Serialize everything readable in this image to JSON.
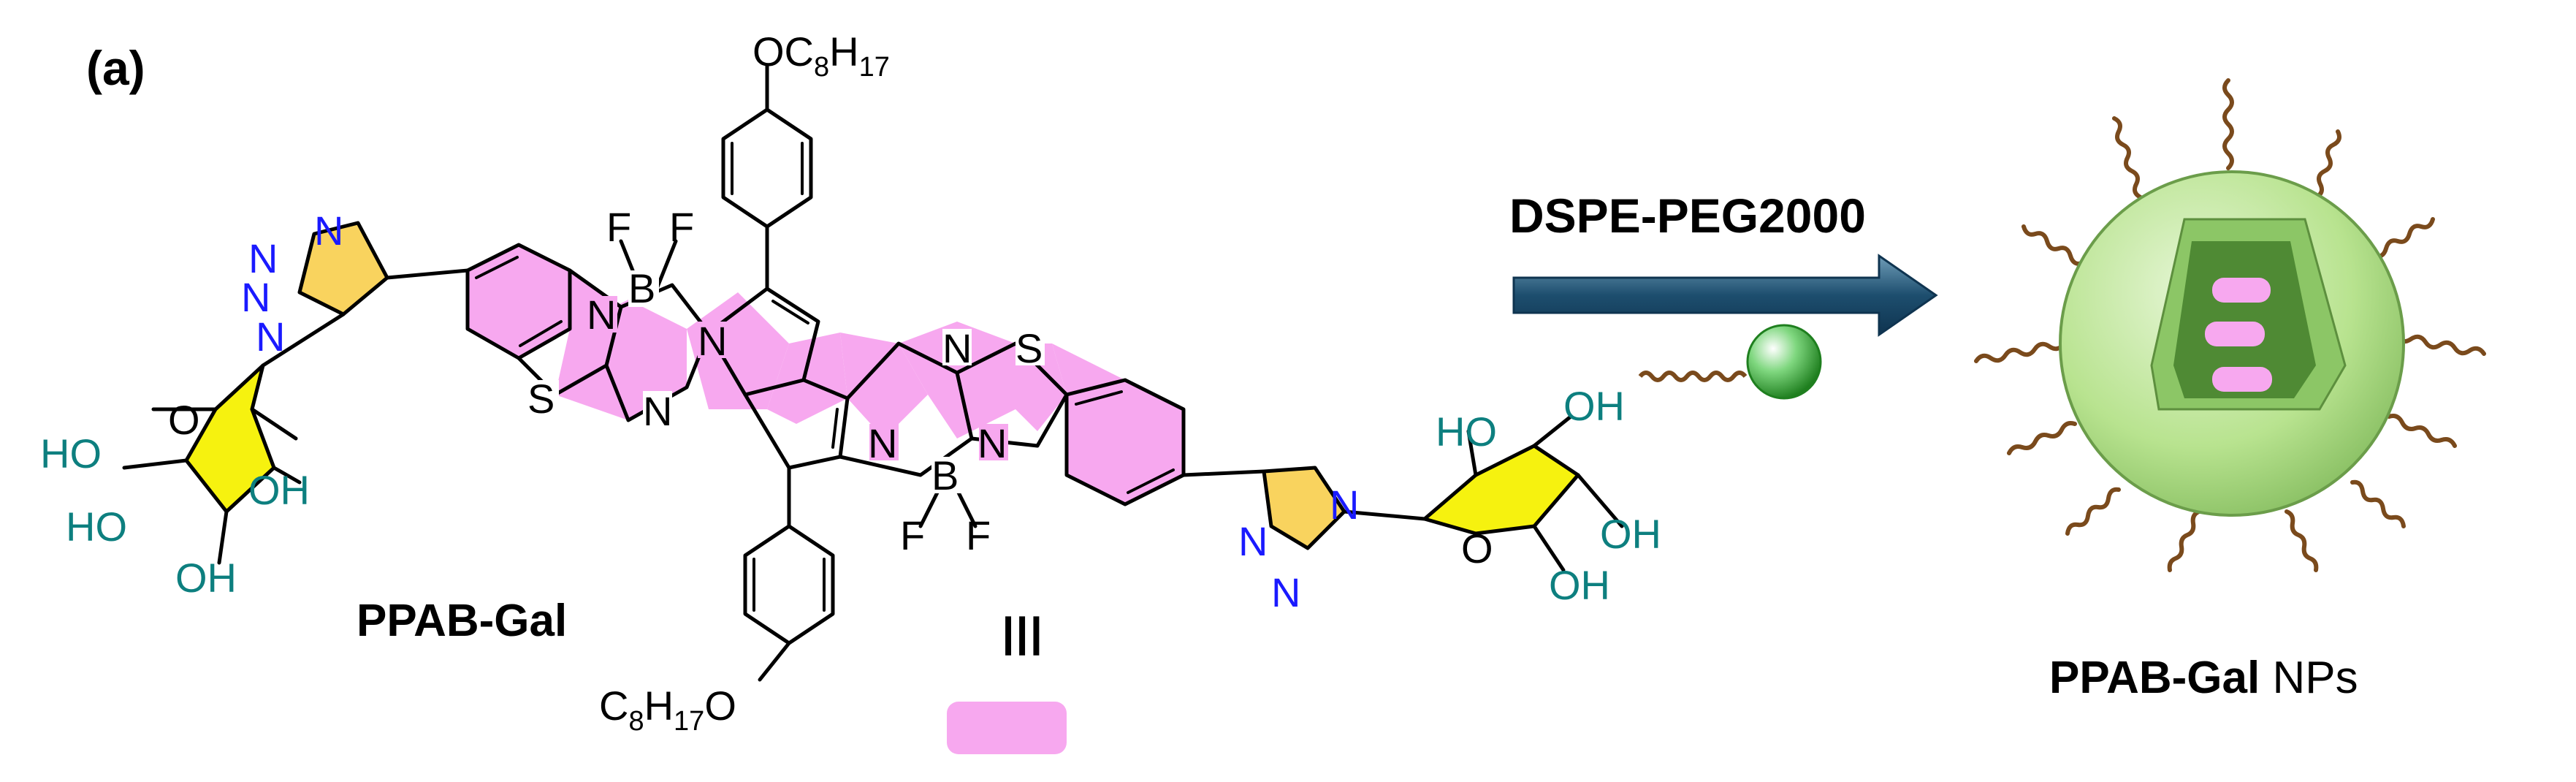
{
  "panel_label": "(a)",
  "compound": {
    "name": "PPAB-Gal",
    "substituent_top": {
      "base": "OC",
      "n1": "8",
      "mid": "H",
      "n2": "17"
    },
    "substituent_bottom": {
      "base": "C",
      "n1": "8",
      "mid": "H",
      "n2": "17",
      "tail": "O"
    },
    "atoms": {
      "N": "N",
      "B": "B",
      "F": "F",
      "S": "S",
      "O": "O",
      "HO": "HO",
      "OH": "OH"
    },
    "equivalence_symbol": "≡"
  },
  "reagent": {
    "label": "DSPE-PEG2000"
  },
  "product": {
    "name_bold": "PPAB-Gal",
    "name_suffix": " NPs"
  },
  "colors": {
    "core_fill": "#f7a8ef",
    "triazole_fill": "#f9d35e",
    "sugar_fill": "#f6f20f",
    "triazole_n": "#1a1aff",
    "sugar_text": "#0d7f7f",
    "arrow_fill": "#1d4e6e",
    "chain": "#7a4a1c",
    "np_shell": "#a3d67a",
    "np_core": "#4f8a34",
    "bead": "#2aa32a"
  }
}
